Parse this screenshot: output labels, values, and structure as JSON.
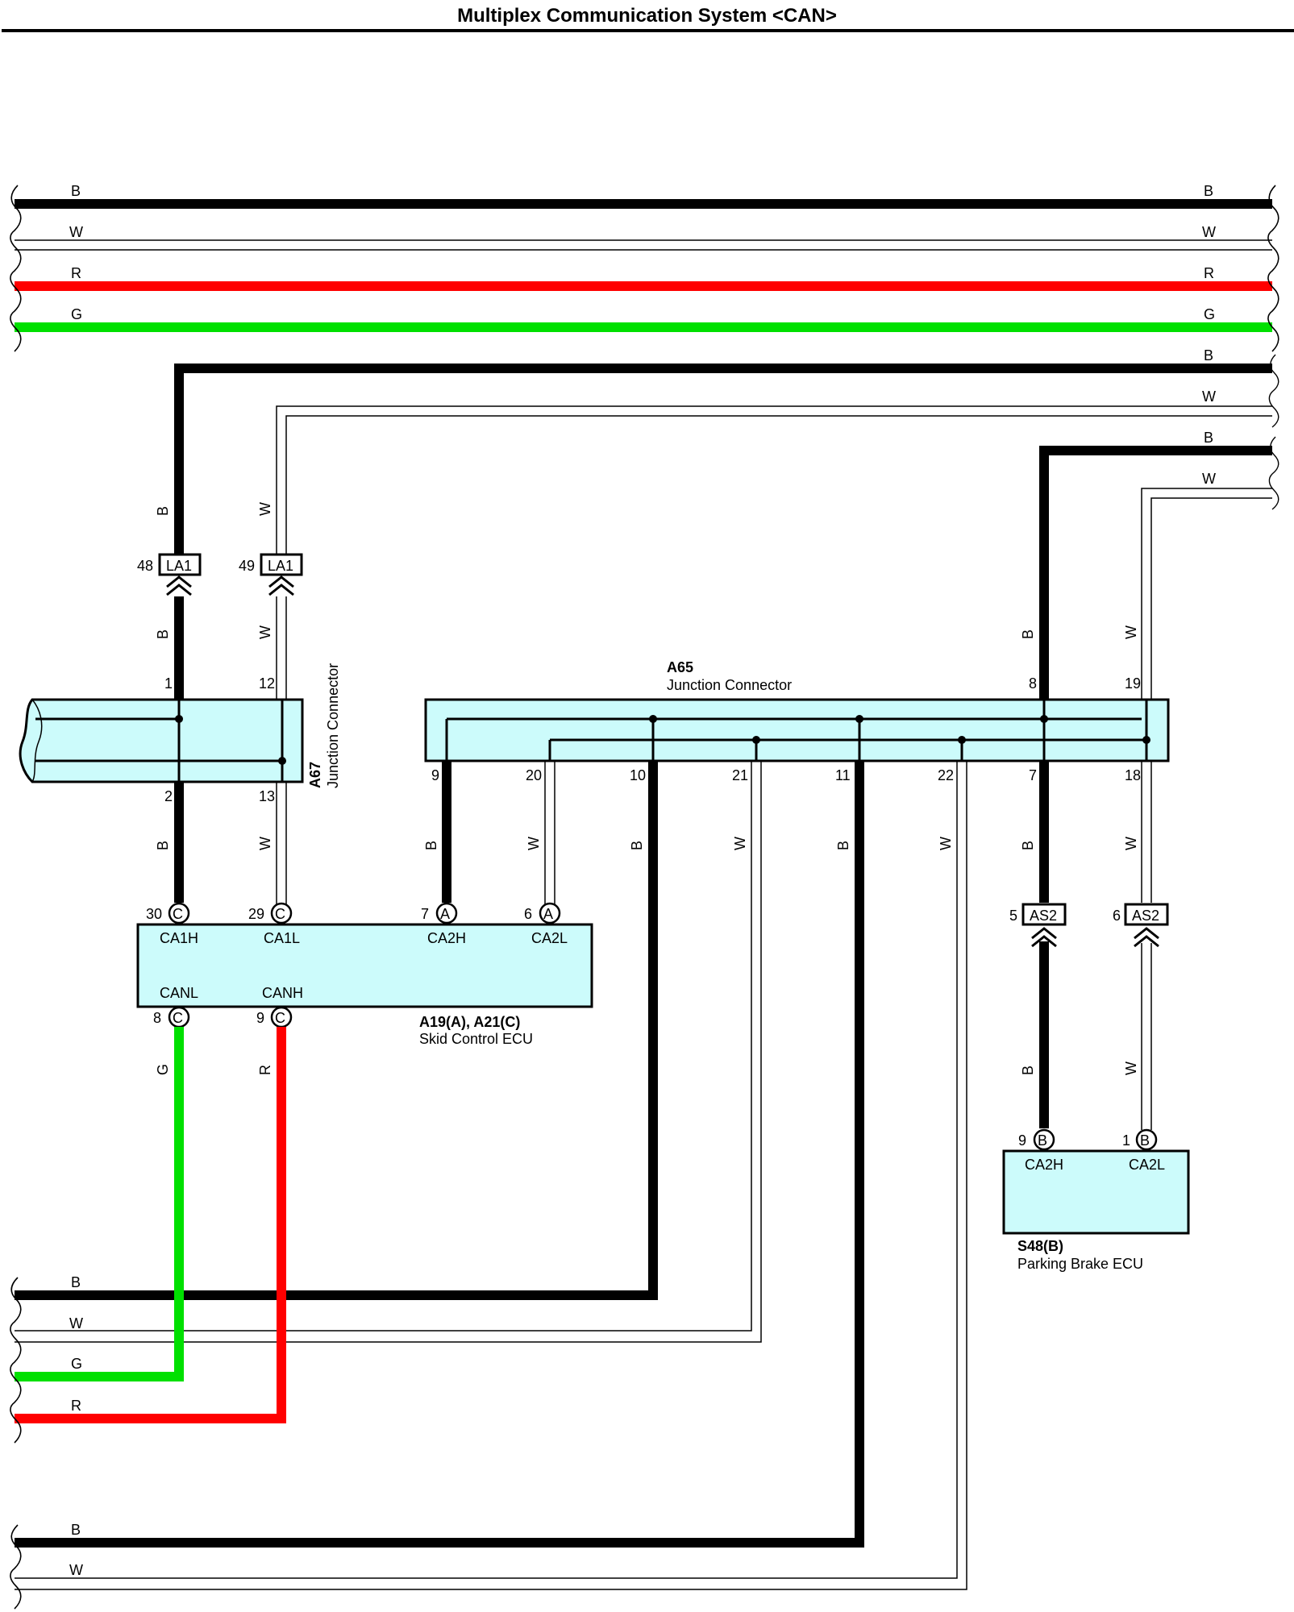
{
  "title": "Multiplex Communication System <CAN>",
  "colors": {
    "black_wire": "#000000",
    "red_wire": "#ff0000",
    "green_wire": "#00e000",
    "connector_fill": "#ccfbfb"
  },
  "wire_colors": {
    "b": "B",
    "w": "W",
    "r": "R",
    "g": "G"
  },
  "connectors": {
    "a67": {
      "code": "A67",
      "name": "Junction Connector",
      "pins": {
        "p1": "1",
        "p12": "12",
        "p2": "2",
        "p13": "13"
      }
    },
    "a65": {
      "code": "A65",
      "name": "Junction Connector",
      "pins": {
        "p8": "8",
        "p19": "19",
        "p9": "9",
        "p20": "20",
        "p10": "10",
        "p21": "21",
        "p11": "11",
        "p22": "22",
        "p7": "7",
        "p18": "18"
      }
    },
    "la1": {
      "code": "LA1",
      "pin_a": "48",
      "pin_b": "49"
    },
    "as2": {
      "code": "AS2",
      "pin_a": "5",
      "pin_b": "6"
    }
  },
  "skid_ecu": {
    "code": "A19(A), A21(C)",
    "name": "Skid Control ECU",
    "terminals": [
      {
        "pin": "30",
        "conn": "C",
        "label": "CA1H"
      },
      {
        "pin": "29",
        "conn": "C",
        "label": "CA1L"
      },
      {
        "pin": "7",
        "conn": "A",
        "label": "CA2H"
      },
      {
        "pin": "6",
        "conn": "A",
        "label": "CA2L"
      },
      {
        "pin": "8",
        "conn": "C",
        "label": "CANL"
      },
      {
        "pin": "9",
        "conn": "C",
        "label": "CANH"
      }
    ]
  },
  "parking_ecu": {
    "code": "S48(B)",
    "name": "Parking Brake ECU",
    "terminals": [
      {
        "pin": "9",
        "conn": "B",
        "label": "CA2H"
      },
      {
        "pin": "1",
        "conn": "B",
        "label": "CA2L"
      }
    ]
  }
}
